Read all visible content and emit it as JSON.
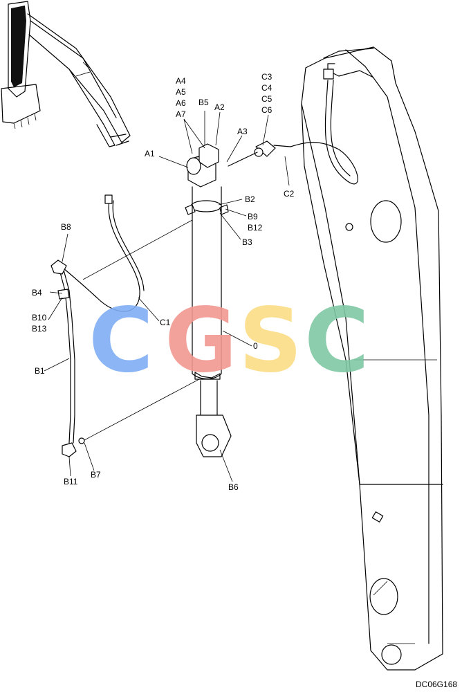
{
  "drawing_code": "DC06G168",
  "watermark": {
    "letters": [
      {
        "char": "C",
        "color": "#7FAEF4"
      },
      {
        "char": "G",
        "color": "#F29891"
      },
      {
        "char": "S",
        "color": "#FBDD86"
      },
      {
        "char": "C",
        "color": "#7FC8A4"
      }
    ]
  },
  "labels": {
    "A1": "A1",
    "A2": "A2",
    "A3": "A3",
    "A4": "A4",
    "A5": "A5",
    "A6": "A6",
    "A7": "A7",
    "B1": "B1",
    "B2": "B2",
    "B3": "B3",
    "B4": "B4",
    "B5": "B5",
    "B6": "B6",
    "B7": "B7",
    "B8": "B8",
    "B9": "B9",
    "B10": "B10",
    "B11": "B11",
    "B12": "B12",
    "B13": "B13",
    "C1": "C1",
    "C2": "C2",
    "C3": "C3",
    "C4": "C4",
    "C5": "C5",
    "C6": "C6",
    "zero": "0"
  }
}
